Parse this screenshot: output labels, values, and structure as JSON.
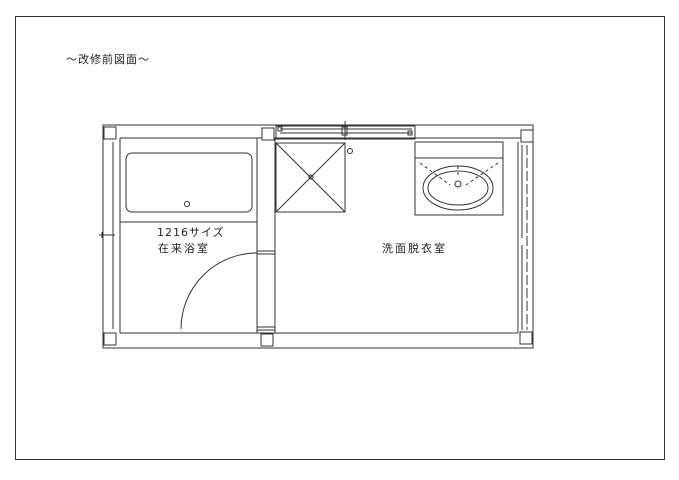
{
  "title": "～改修前図面～",
  "rooms": {
    "bathroom_size": "1216サイズ",
    "bathroom_name": "在来浴室",
    "washroom_name": "洗面脱衣室"
  },
  "colors": {
    "line": "#333333",
    "background": "#ffffff"
  }
}
